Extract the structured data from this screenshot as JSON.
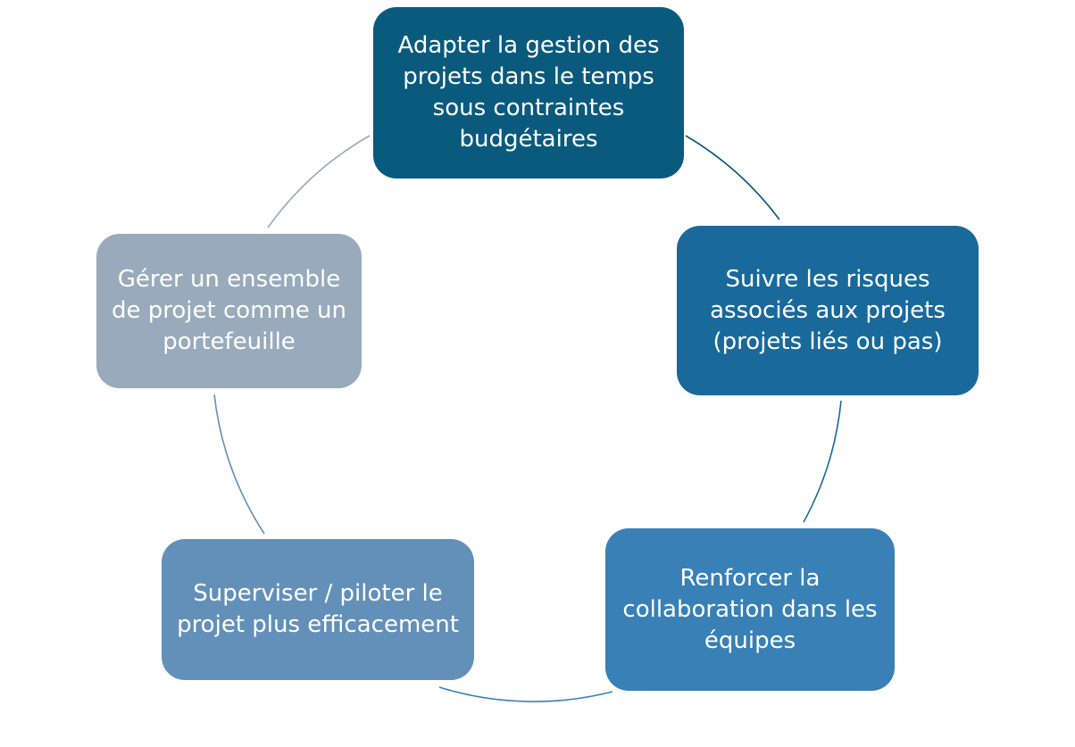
{
  "diagram": {
    "type": "cycle",
    "nodes": [
      {
        "id": "node-0",
        "label": "Adapter la gestion des projets dans le temps sous contraintes budgétaires",
        "color": "#0a5a7e"
      },
      {
        "id": "node-1",
        "label": "Suivre les risques associés aux projets (projets liés ou pas)",
        "color": "#19699b"
      },
      {
        "id": "node-2",
        "label": "Renforcer la collaboration dans les équipes",
        "color": "#3880b6"
      },
      {
        "id": "node-3",
        "label": "Superviser / piloter le projet plus efficacement",
        "color": "#6390b8"
      },
      {
        "id": "node-4",
        "label": "Gérer un ensemble de projet comme un portefeuille",
        "color": "#98aabb"
      }
    ],
    "edges": [
      {
        "from": "node-0",
        "to": "node-1",
        "color": "#0a5a7e"
      },
      {
        "from": "node-1",
        "to": "node-2",
        "color": "#19699b"
      },
      {
        "from": "node-2",
        "to": "node-3",
        "color": "#3880b6"
      },
      {
        "from": "node-3",
        "to": "node-4",
        "color": "#6390b8"
      },
      {
        "from": "node-4",
        "to": "node-0",
        "color": "#98aabb"
      }
    ]
  }
}
